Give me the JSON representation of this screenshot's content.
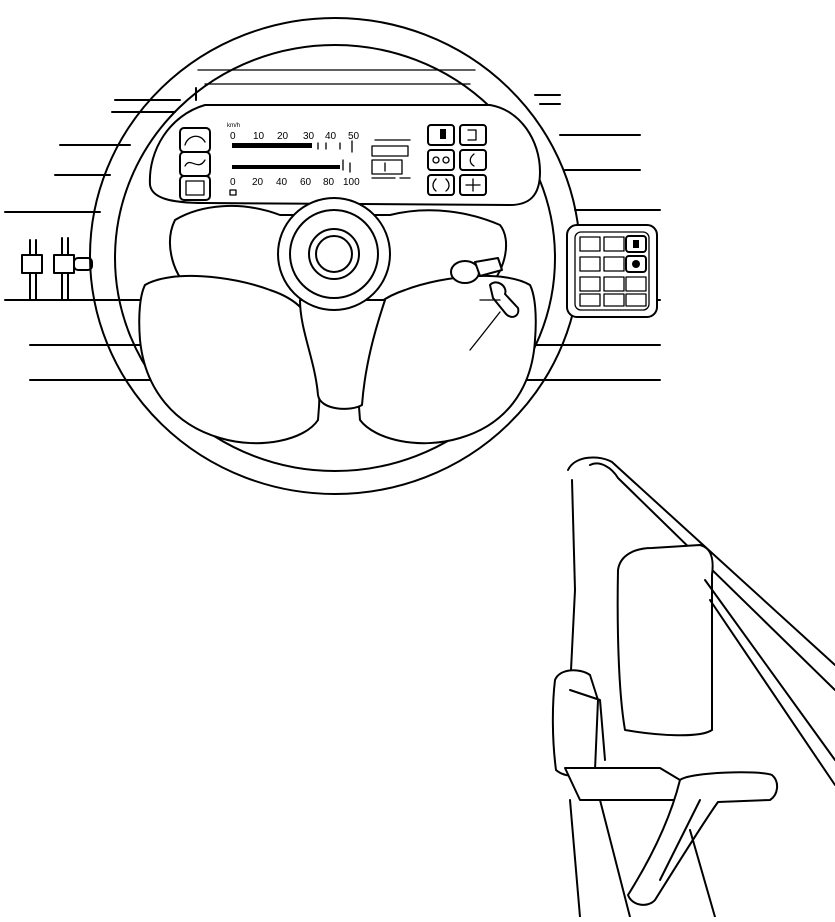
{
  "speed_gauge": {
    "unit_label": "km/h",
    "ticks": [
      "0",
      "10",
      "20",
      "30",
      "40",
      "50"
    ]
  },
  "rpm_gauge": {
    "ticks": [
      "0",
      "20",
      "40",
      "60",
      "80",
      "100"
    ]
  }
}
